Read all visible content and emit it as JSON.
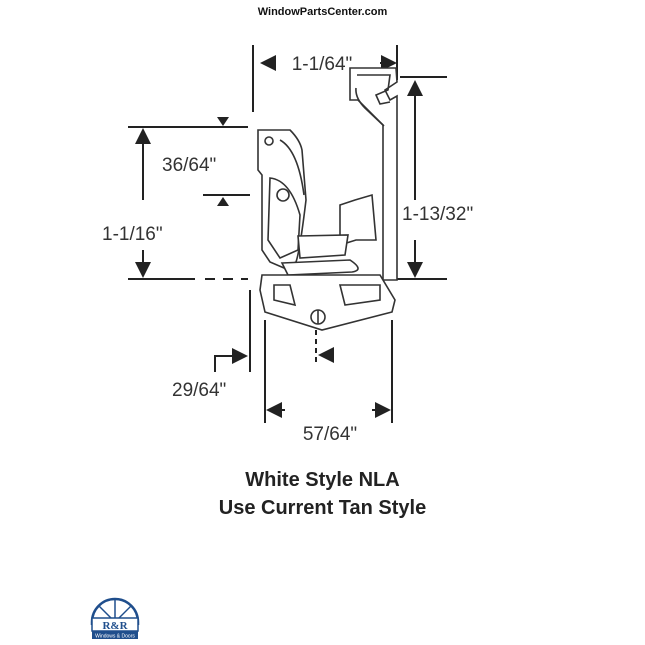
{
  "header": {
    "site": "WindowPartsCenter.com"
  },
  "dimensions": {
    "top_width": "1-1/64\"",
    "right_height": "1-13/32\"",
    "left_height": "1-1/16\"",
    "pivot_offset": "36/64\"",
    "left_offset": "29/64\"",
    "bottom_width": "57/64\""
  },
  "caption": {
    "line1": "White Style NLA",
    "line2": "Use Current Tan Style"
  },
  "logo": {
    "text": "R&R",
    "subtext": "Windows & Doors",
    "color": "#1f4e8c"
  }
}
